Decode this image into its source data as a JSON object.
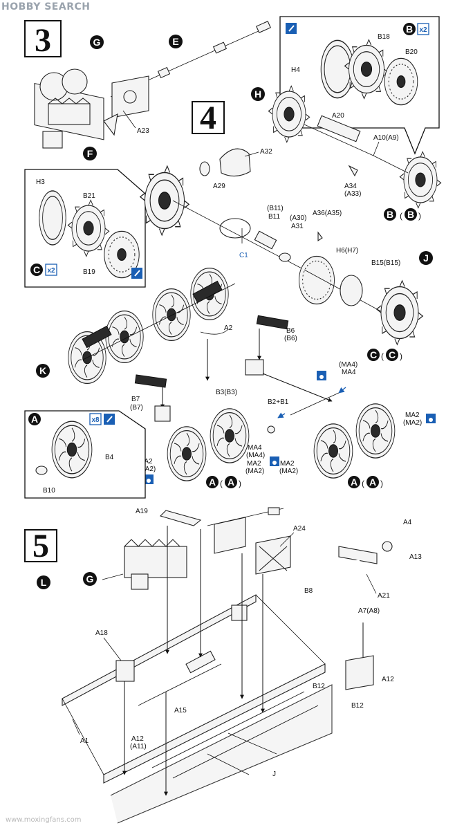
{
  "watermark_top": "HOBBY SEARCH",
  "watermark_bottom": "www.moxingfans.com",
  "steps": [
    {
      "number": "3"
    },
    {
      "number": "4"
    },
    {
      "number": "5"
    }
  ],
  "letters": {
    "G": "G",
    "E": "E",
    "F": "F",
    "H": "H",
    "J": "J",
    "K": "K",
    "L": "L",
    "A": "A",
    "B": "B",
    "C": "C"
  },
  "labels": {
    "A23": "A23",
    "A32": "A32",
    "A29": "A29",
    "A20": "A20",
    "A10A9": "A10(A9)",
    "A34": "A34",
    "A33": "(A33)",
    "H4": "H4",
    "B18": "B18",
    "B20": "B20",
    "x2": "x2",
    "x8": "x8",
    "H3": "H3",
    "B21": "B21",
    "B19": "B19",
    "C1": "C1",
    "B11b": "(B11)",
    "B11": "B11",
    "A30": "(A30)",
    "A31": "A31",
    "A36A35": "A36(A35)",
    "H6H7": "H6(H7)",
    "B15B15": "B15(B15)",
    "A2": "A2",
    "B6": "B6",
    "B6b": "(B6)",
    "B7": "B7",
    "B7b": "(B7)",
    "B3B3": "B3(B3)",
    "MA4b": "(MA4)",
    "MA4": "MA4",
    "B2B1": "B2+B1",
    "MA2": "MA2",
    "MA2b": "(MA2)",
    "MA4c": "MA4",
    "MA4d": "(MA4)",
    "B4": "B4",
    "B10": "B10",
    "A19": "A19",
    "A24": "A24",
    "A4": "A4",
    "A13": "A13",
    "B8": "B8",
    "A21": "A21",
    "A18": "A18",
    "A7A8": "A7(A8)",
    "A12": "A12",
    "B12": "B12",
    "A15": "A15",
    "A1": "A1",
    "A12b": "A12",
    "A11": "(A11)",
    "J": "J"
  },
  "icon_colors": {
    "paint_badge": "#1a5fb4",
    "letter_circle": "#111111"
  }
}
